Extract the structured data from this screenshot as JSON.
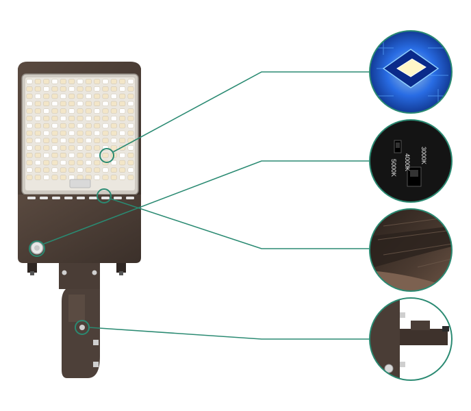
{
  "colors": {
    "background": "#ffffff",
    "housing": "#4a3d36",
    "housing_dark": "#3a2f2a",
    "led_panel_bg": "#e9e6df",
    "led_warm": "#f3e6c8",
    "led_cool": "#ffffff",
    "callout_line": "#2a8a72"
  },
  "callouts": [
    {
      "id": "led-chip",
      "icon": "led-chip-icon"
    },
    {
      "id": "cct-switch",
      "icon": "cct-switch-icon"
    },
    {
      "id": "housing-texture",
      "icon": "housing-texture-icon"
    },
    {
      "id": "slip-fitter",
      "icon": "slip-fitter-icon"
    }
  ],
  "cct_switch": {
    "labels": [
      "3000K",
      "4000K",
      "5000K"
    ]
  },
  "led_grid": {
    "rows": 14,
    "cols": 13
  }
}
